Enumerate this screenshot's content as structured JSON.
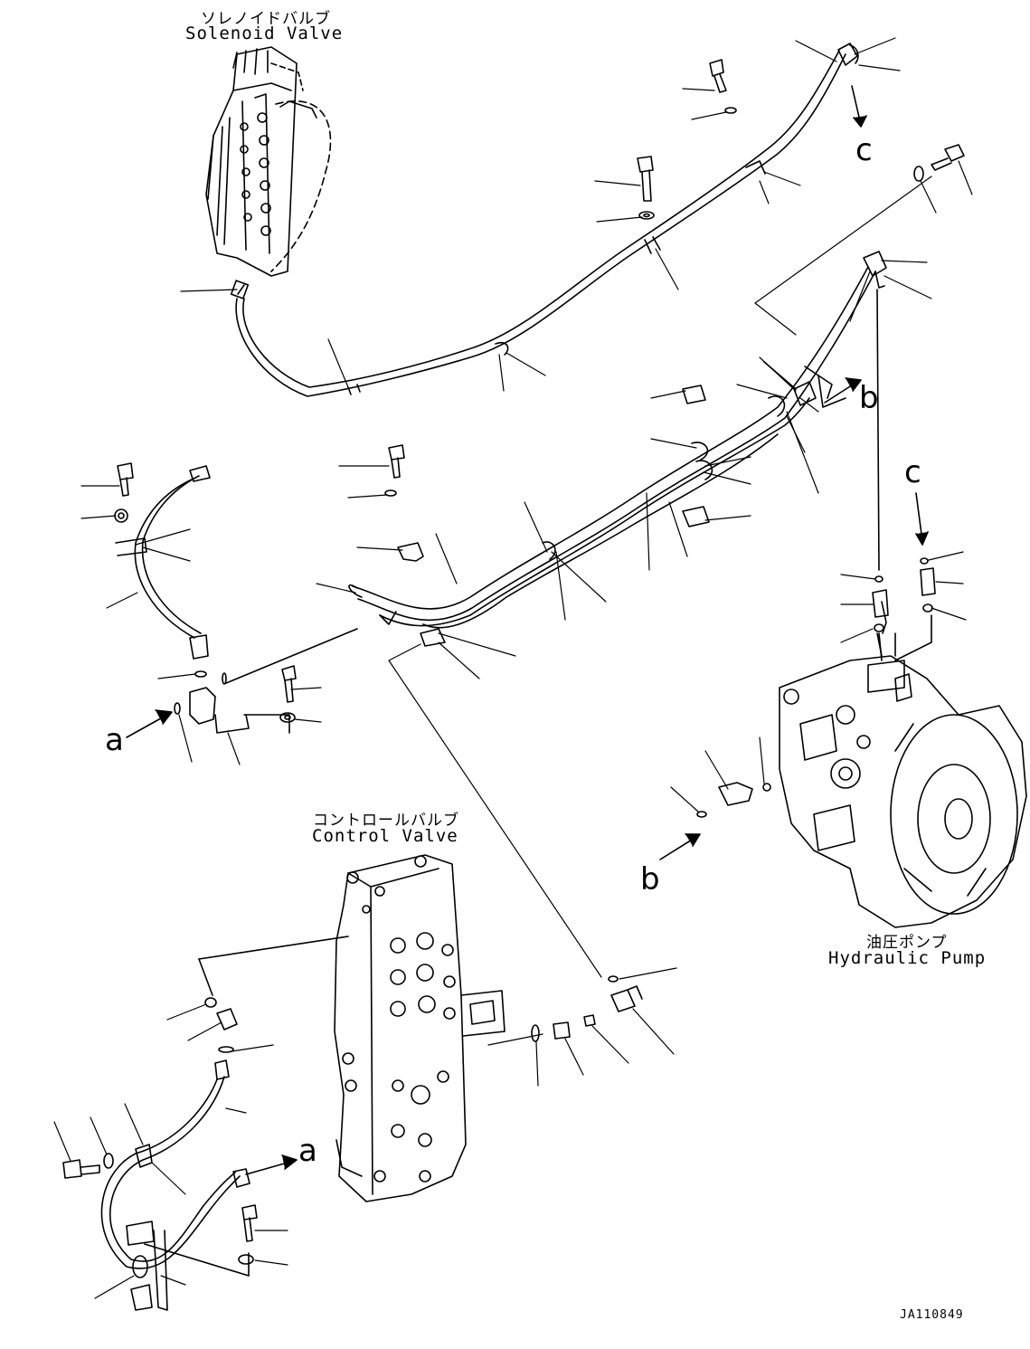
{
  "components": {
    "solenoid_valve": {
      "jp": "ソレノイドバルブ",
      "en": "Solenoid Valve"
    },
    "control_valve": {
      "jp": "コントロールバルブ",
      "en": "Control Valve"
    },
    "hydraulic_pump": {
      "jp": "油圧ポンプ",
      "en": "Hydraulic Pump"
    }
  },
  "connection_refs": [
    {
      "id": "c-hose-end",
      "letter": "c"
    },
    {
      "id": "c-pump-port",
      "letter": "c"
    },
    {
      "id": "b-hose-end",
      "letter": "b"
    },
    {
      "id": "b-pump-port",
      "letter": "b"
    },
    {
      "id": "a-bracket",
      "letter": "a"
    },
    {
      "id": "a-cv-hose",
      "letter": "a"
    }
  ],
  "drawing_number": "JA110849",
  "colors": {
    "line": "#000000",
    "background": "#ffffff"
  }
}
